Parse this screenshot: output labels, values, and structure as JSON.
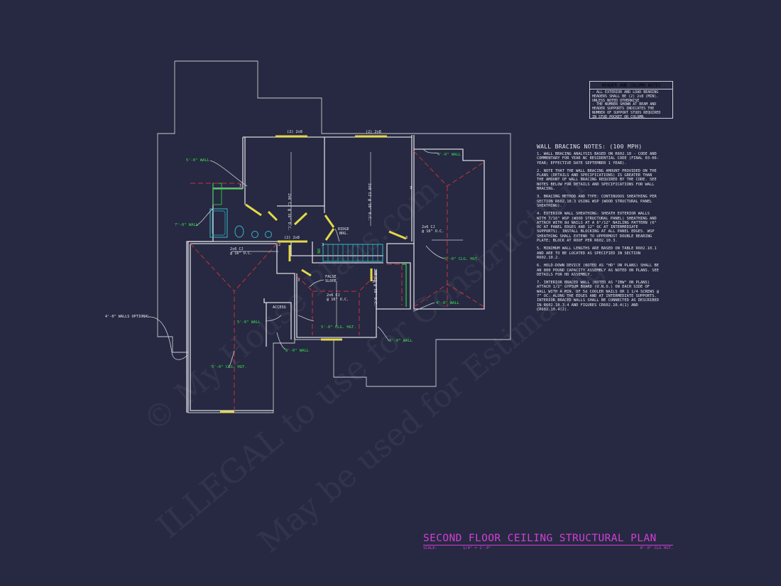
{
  "plan": {
    "title": "SECOND FLOOR CEILING STRUCTURAL PLAN",
    "scale_label": "SCALE:",
    "scale_value": "1/4\" = 1'-0\"",
    "note_right": "8'-0\" CLG HGT."
  },
  "header_notes": {
    "title": "HEADER AND COLUMN NOTES",
    "lines": [
      "- ALL EXTERIOR AND LOAD BEARING",
      "HEADERS SHALL BE (2) 2x8 (MIN).",
      "UNLESS NOTED OTHERWISE",
      "- THE NUMBER SHOWN AT BEAM AND",
      "HEADER SUPPORTS INDICATES THE",
      "NUMBER OF SUPPORT STUDS REQUIRED",
      "IN STUD POCKET OR COLUMN."
    ]
  },
  "wall_bracing": {
    "title": "WALL BRACING NOTES: (100 MPH)",
    "notes": [
      "1. WALL BRACING ANALYSIS BASED ON R602.10 - CODE AND COMMENTARY FOR YEAR NC RESIDENTIAL CODE (FINAL 03-06-YEAR; EFFECTIVE DATE SEPTEMBER 1 YEAR).",
      "2. NOTE THAT THE WALL BRACING AMOUNT PROVIDED ON THE PLANS (DETAILS AND SPECIFICATIONS) IS GREATER THAN THE AMOUNT OF WALL BRACING REQUIRED BY THE CODE. SEE NOTES BELOW FOR DETAILS AND SPECIFICATIONS FOR WALL BRACING.",
      "3. BRACING METHOD AND TYPE: CONTINUOUS SHEATHING PER SECTION R602.10.3 USING WSP (WOOD STRUCTURAL PANEL SHEATHING).",
      "4. EXTERIOR WALL SHEATHING: SHEATH EXTERIOR WALLS WITH 7/16\" WSP (WOOD STRUCTURAL PANEL) SHEATHING AND ATTACH WITH 8d NAILS AT A 6\"/12\" NAILING PATTERN (6\" OC AT PANEL EDGES AND 12\" OC AT INTERMEDIATE SUPPORTS). INSTALL BLOCKING AT ALL PANEL EDGES. WSP SHEATHING SHALL EXTEND TO UPPERMOST DOUBLE BEARING PLATE; BLOCK AT ROOF PER R602.10.3.",
      "5. MINIMUM WALL LENGTHS ARE BASED ON TABLE R602.10.1 AND ARE TO BE LOCATED AS SPECIFIED IN SECTION R602.10.2.",
      "6. HOLD-DOWN DEVICE (NOTED AS \"HD\" ON PLANS) SHALL BE AN 800 POUND CAPACITY ASSEMBLY AS NOTED ON PLANS. SEE DETAILS FOR HD ASSEMBLY.",
      "7. INTERIOR BRACED WALL (NOTED AS \"IBW\" ON PLANS) ATTACH 1/2\" GYPSUM BOARD (U.N.O.) ON EACH SIDE OF WALL WITH A MIN. OF 5d COOLER NAILS OR 1 1/4 SCREWS @ 7\" OC. ALONG THE EDGES AND AT INTERMEDIATE SUPPORTS. INTERIOR BRACED WALLS SHALL BE CONNECTED AS DESCRIBED IN R602.10.3.4 AND FIGURES CR602.10.4(1) AND CR602.10.4(2)."
    ]
  },
  "labels": {
    "wall_5_0_a": "5'-0\" WALL",
    "wall_4_0_a": "4'-0\" WALL",
    "wall_7_0": "7'-0\" WALL",
    "wall_5_0_b": "5'-0\" WALL",
    "wall_8_0_a": "8'-0\" WALL",
    "wall_8_0_b": "8'-0\" WALL",
    "wall_4_0_b": "4'-0\" WALL",
    "clg_5_0_a": "5'-0\" CLG. HGT.",
    "clg_5_0_b": "5'-0\" CLG. HGT.",
    "clg_5_0_c": "5'-0\" CLG. HGT.",
    "walls_optional": "4'-0\" WALLS OPTIONAL",
    "access": "ACCESS",
    "false_slope_1": "FALSE",
    "false_slope_2": "SLOPE",
    "ridge_1": "RIDGE",
    "ridge_2": "BRG.",
    "hdr_1": "(2) 2x8",
    "hdr_2": "(2) 2x8",
    "hdr_3": "(2) 2x8",
    "hdr_4": "(2) 2x8",
    "cj_a": "2x6 CJ @ 16\" O.C.",
    "cj_b": "2x6 CJ @ 16\" O.C.",
    "cj_c_1": "2x6 CJ",
    "cj_c_2": "@ 16\" O.C.",
    "cj_d_1": "2x6 CJ",
    "cj_d_2": "@ 16\" O.C.",
    "cj_e_1": "2x6 CJ",
    "cj_e_2": "@ 16\" O.C.",
    "cj_f": "2x6 CJ @ 16\" O.C.",
    "beam_dn": "DN",
    "stud_3": "3",
    "stud_2": "2"
  },
  "watermark": {
    "line1": "© My House Plans.com",
    "line2": "ILLEGAL to use for Construction",
    "line3": "May be used for Estimating"
  },
  "colors": {
    "background": "#262941",
    "title": "#d43ed8",
    "wall_label": "#39e04a",
    "beam": "#e4d84a",
    "ridge": "#c8323c"
  }
}
